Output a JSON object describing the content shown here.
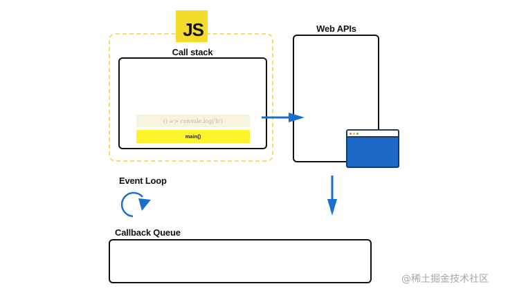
{
  "js_logo": {
    "text": "JS",
    "color": "#f4dc2b"
  },
  "call_stack": {
    "title": "Call stack",
    "frames": [
      {
        "label": "() => console.log('b')",
        "state": "faded"
      },
      {
        "label": "main()",
        "state": "active"
      }
    ]
  },
  "web_apis": {
    "title": "Web APIs",
    "browser_icon": "browser-window-icon",
    "browser_color": "#1d67c6"
  },
  "event_loop": {
    "title": "Event Loop",
    "icon": "circular-arrow-icon"
  },
  "callback_queue": {
    "title": "Callback Queue",
    "items": []
  },
  "arrows": [
    {
      "name": "call-stack-to-web-apis-arrow",
      "direction": "right"
    },
    {
      "name": "web-apis-to-callback-queue-arrow",
      "direction": "down"
    }
  ],
  "colors": {
    "arrow": "#1a6fce",
    "highlight": "#fdf42b",
    "dashed_border": "#f2df6a"
  },
  "watermark": "@稀土掘金技术社区"
}
